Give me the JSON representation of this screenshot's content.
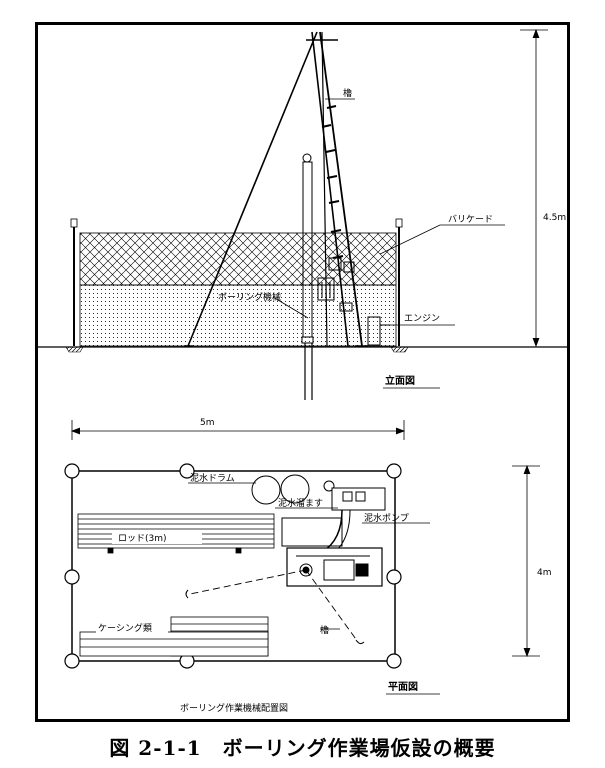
{
  "elevation": {
    "label_tower": "櫓",
    "label_barricade": "バリケード",
    "label_boring_machine": "ボーリング機械",
    "label_engine": "エンジン",
    "dim_height": "4.5m",
    "title": "立面図"
  },
  "plan": {
    "dim_width": "5m",
    "dim_depth": "4m",
    "label_mud_drum": "泥水ドラム",
    "label_mud_pit": "泥水溜ます",
    "label_mud_pump": "泥水ポンプ",
    "label_rod": "ロッド(3m)",
    "label_casing": "ケーシング類",
    "label_tower": "櫓",
    "title": "平面図",
    "subtitle": "ボーリング作業機械配置図"
  },
  "caption": "図 2-1-1　ボーリング作業場仮設の概要"
}
